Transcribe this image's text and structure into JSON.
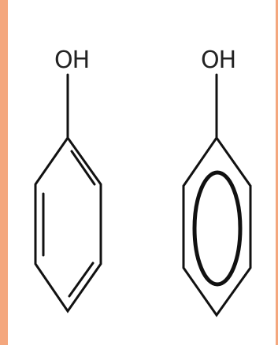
{
  "molecules": [
    {
      "name": "phenol-kekule",
      "substituent_label": "OH"
    },
    {
      "name": "phenol-aromatic-circle",
      "substituent_label": "OH"
    }
  ],
  "colors": {
    "background_border": "#F4A77E",
    "panel": "#FFFFFF",
    "bond": "#111111"
  }
}
